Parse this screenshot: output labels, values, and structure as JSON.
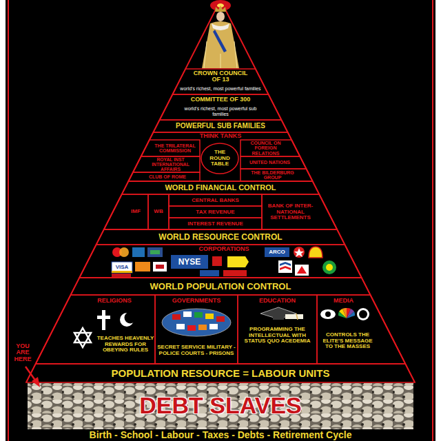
{
  "diagram": {
    "nodes": [
      {
        "text": [
          "CROWN COUNCIL OF 13",
          "world's richest, most powerful families"
        ]
      },
      {
        "text": [
          "COMMITTEE OF 300",
          "world's richest, most powerful sub families"
        ]
      },
      {
        "text": [
          "POWERFUL SUB FAMILIES"
        ]
      },
      {
        "text": [
          "THINK TANKS"
        ]
      },
      {
        "text": [
          "THE TRILATERAL COMMISSION"
        ],
        "in": 3
      },
      {
        "text": [
          "ROYAL INST INTERNATIONAL AFFAIRS"
        ],
        "in": 3
      },
      {
        "text": [
          "CLUB OF ROME"
        ],
        "in": 3
      },
      {
        "text": [
          "THE ROUND TABLE"
        ],
        "in": 3
      },
      {
        "text": [
          "COUNCIL ON FOREIGN RELATIONS"
        ],
        "in": 3
      },
      {
        "text": [
          "UNITED NATIONS"
        ],
        "in": 3
      },
      {
        "text": [
          "THE BILDERBURG GROUP"
        ],
        "in": 3
      },
      {
        "text": [
          "WORLD FINANCIAL CONTROL"
        ]
      },
      {
        "text": [
          "IMF"
        ],
        "in": 11
      },
      {
        "text": [
          "WB"
        ],
        "in": 11
      },
      {
        "text": [
          "CENTRAL BANKS"
        ],
        "in": 11
      },
      {
        "text": [
          "TAX REVENUE"
        ],
        "in": 11
      },
      {
        "text": [
          "INTEREST REVENUE"
        ],
        "in": 11
      },
      {
        "text": [
          "BANK OF INTER- NATIONAL SETTLEMENTS"
        ],
        "in": 11
      },
      {
        "text": [
          "WORLD RESOURCE CONTROL"
        ]
      },
      {
        "text": [
          "CORPORATIONS"
        ],
        "in": 18
      },
      {
        "text": [
          "WORLD POPULATION CONTROL"
        ]
      },
      {
        "text": [
          "RELIGIONS",
          "TEACHES HEAVENLY REWARDS FOR OBEYING RULES"
        ],
        "in": 20
      },
      {
        "text": [
          "GOVERNMENTS",
          "SECRET SERVICE MILITARY - POLICE COURTS - PRISONS"
        ],
        "in": 20
      },
      {
        "text": [
          "EDUCATION",
          "PROGRAMMING THE INTELLECTUAL WITH STATUS QUO ACEDEMIA"
        ],
        "in": 20
      },
      {
        "text": [
          "MEDIA",
          "CONTROLS THE ELITE'S MESSAGE TO THE MASSES"
        ],
        "in": 20
      },
      {
        "text": [
          "POPULATION RESOURCE = LABOUR UNITS"
        ]
      },
      {
        "text": [
          "DEBT SLAVES"
        ]
      }
    ],
    "labels": [
      "YOU ARE HERE",
      "Birth - School - Labour - Taxes - Debts - Retirement Cycle",
      "NYSE",
      "ARCO",
      "VISA"
    ]
  }
}
